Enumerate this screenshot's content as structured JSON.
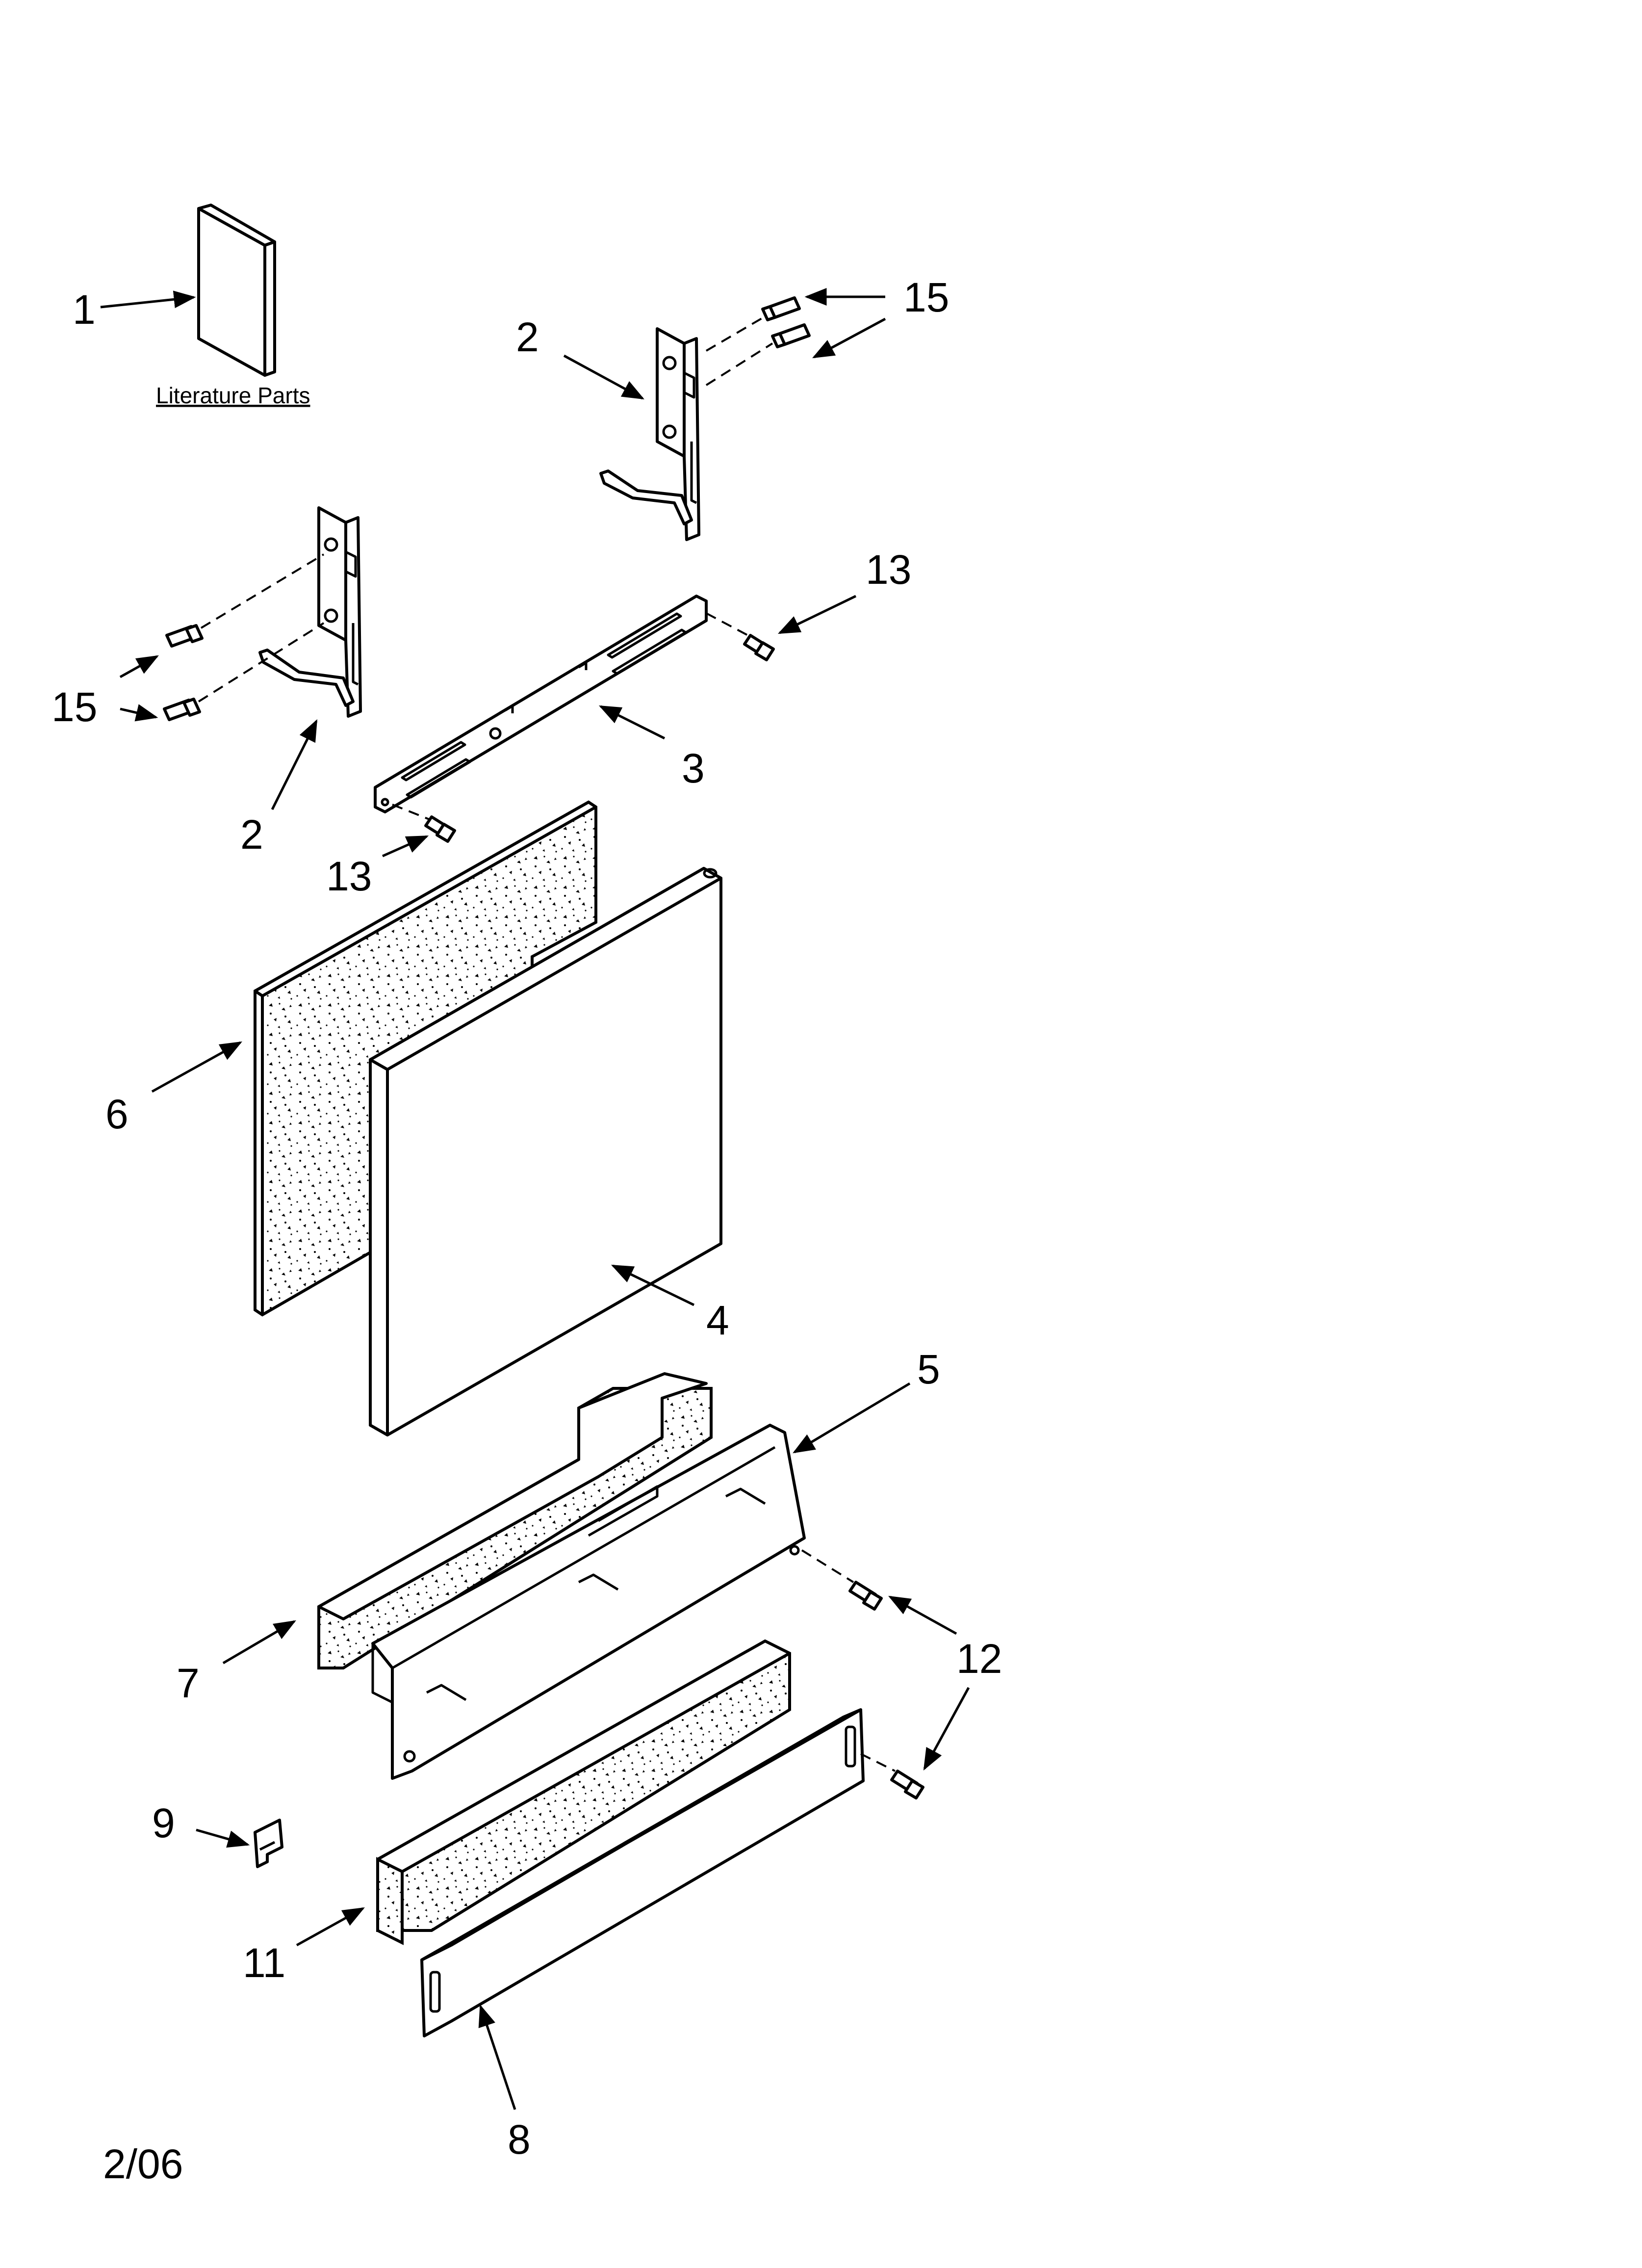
{
  "literature": {
    "caption": "Literature Parts"
  },
  "callouts": {
    "c1": "1",
    "c2_top": "2",
    "c2_left": "2",
    "c3": "3",
    "c4": "4",
    "c5": "5",
    "c6": "6",
    "c7": "7",
    "c8": "8",
    "c9": "9",
    "c11": "11",
    "c12": "12",
    "c13_right": "13",
    "c13_left": "13",
    "c15_right": "15",
    "c15_left": "15"
  },
  "footer": {
    "date": "2/06"
  },
  "colors": {
    "line": "#000000",
    "background": "#ffffff",
    "insulation_speckle": "#000000"
  }
}
